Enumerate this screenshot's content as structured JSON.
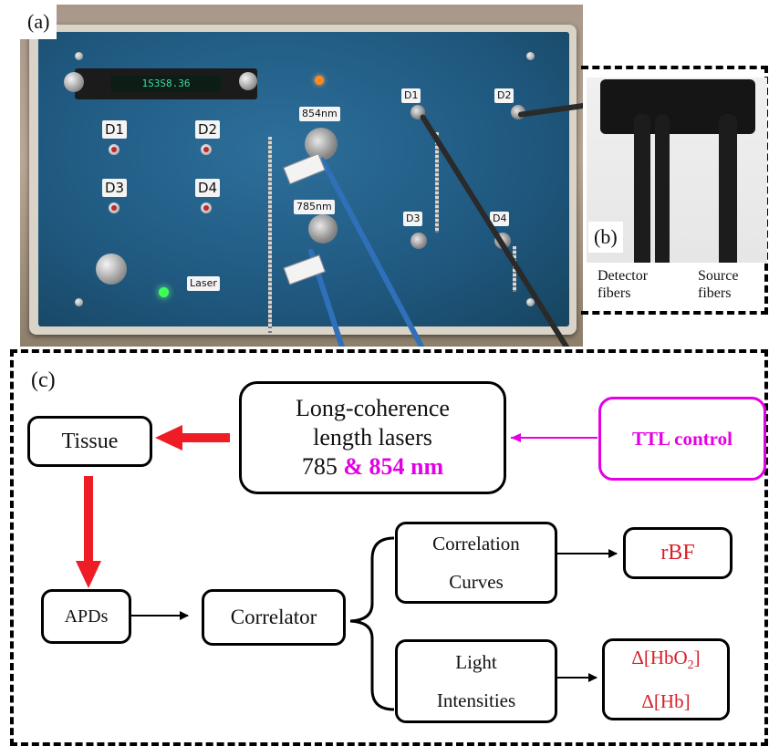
{
  "panel_labels": {
    "a": "(a)",
    "b": "(b)",
    "c": "(c)"
  },
  "photo_a": {
    "display_text": "1S3S8.36",
    "labels": {
      "d1": "D1",
      "d2": "D2",
      "d3": "D3",
      "d4": "D4",
      "laser": "Laser",
      "nm854": "854nm",
      "nm785": "785nm",
      "port_d1": "D1",
      "port_d2": "D2",
      "port_d3": "D3",
      "port_d4": "D4"
    }
  },
  "photo_b": {
    "detector_caption_line1": "Detector",
    "detector_caption_line2": "fibers",
    "source_caption_line1": "Source",
    "source_caption_line2": "fibers"
  },
  "flow": {
    "tissue": "Tissue",
    "lasers_line1": "Long-coherence",
    "lasers_line2": "length lasers",
    "lasers_line3_black": "785",
    "lasers_line3_colored": "& 854 nm",
    "ttl": "TTL control",
    "apds": "APDs",
    "correlator": "Correlator",
    "corr_curves_line1": "Correlation",
    "corr_curves_line2": "Curves",
    "light_line1": "Light",
    "light_line2": "Intensities",
    "rbf": "rBF",
    "hbo2_prefix": "Δ[HbO",
    "hbo2_sub": "2",
    "hbo2_suffix": "]",
    "hb": "Δ[Hb]"
  },
  "colors": {
    "arrow_red": "#ee1c24",
    "magenta": "#e400e4",
    "output_red": "#d8202a"
  }
}
